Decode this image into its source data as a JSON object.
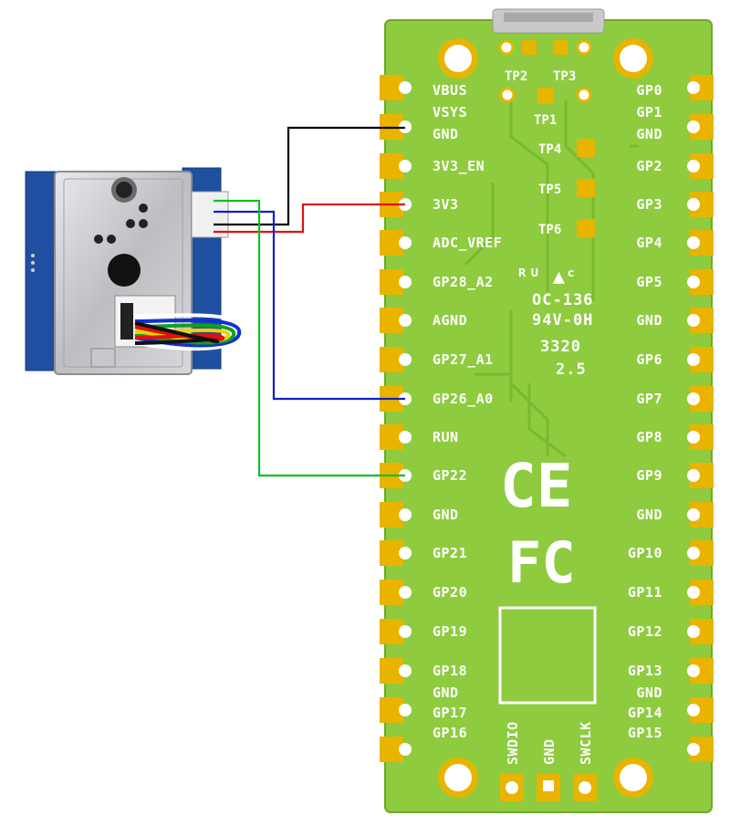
{
  "left_pins": [
    "VBUS",
    "VSYS",
    "GND",
    "3V3_EN",
    "3V3",
    "ADC_VREF",
    "GP28_A2",
    "AGND",
    "GP27_A1",
    "GP26_A0",
    "RUN",
    "GP22",
    "GND",
    "GP21",
    "GP20",
    "GP19",
    "GP18",
    "GND",
    "GP17",
    "GP16"
  ],
  "right_pins": [
    "GP0",
    "GP1",
    "GND",
    "GP2",
    "GP3",
    "GP4",
    "GP5",
    "GND",
    "GP6",
    "GP7",
    "GP8",
    "GP9",
    "GND",
    "GP10",
    "GP11",
    "GP12",
    "GP13",
    "GND",
    "GP14",
    "GP15"
  ],
  "test_points": [
    "TP1",
    "TP2",
    "TP3",
    "TP4",
    "TP5",
    "TP6"
  ],
  "debug_pins": [
    "SWDIO",
    "GND",
    "SWCLK"
  ],
  "board_markings": {
    "line1": "OC-136",
    "line2": "94V-0H",
    "line3": "3320",
    "line4": "2.5",
    "ce": "CE",
    "fcc": "FC"
  },
  "wires": [
    {
      "color": "#000000",
      "to_pin": "GND"
    },
    {
      "color": "#e01010",
      "to_pin": "3V3"
    },
    {
      "color": "#1020d0",
      "to_pin": "GP26_A0"
    },
    {
      "color": "#10c020",
      "to_pin": "GP22"
    }
  ],
  "colors": {
    "pcb_green": "#8ecb3e",
    "pad_gold": "#e8b400",
    "sensor_blue": "#1f4fa0"
  }
}
